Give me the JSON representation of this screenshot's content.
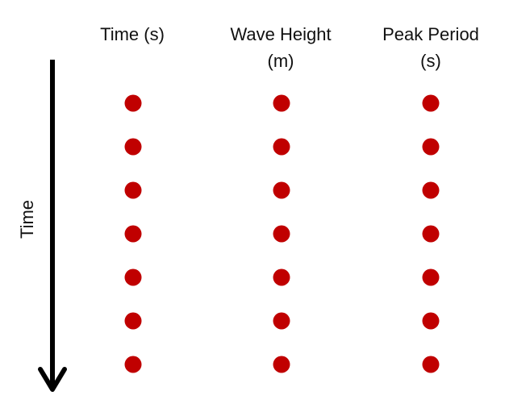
{
  "columns": [
    {
      "line1": "Time (s)",
      "line2": ""
    },
    {
      "line1": "Wave Height",
      "line2": "(m)"
    },
    {
      "line1": "Peak Period",
      "line2": "(s)"
    }
  ],
  "axis": {
    "label": "Time",
    "direction": "down",
    "arrow_color": "#000000"
  },
  "points": {
    "rows": 7,
    "columns": 3,
    "color": "#c00000"
  }
}
